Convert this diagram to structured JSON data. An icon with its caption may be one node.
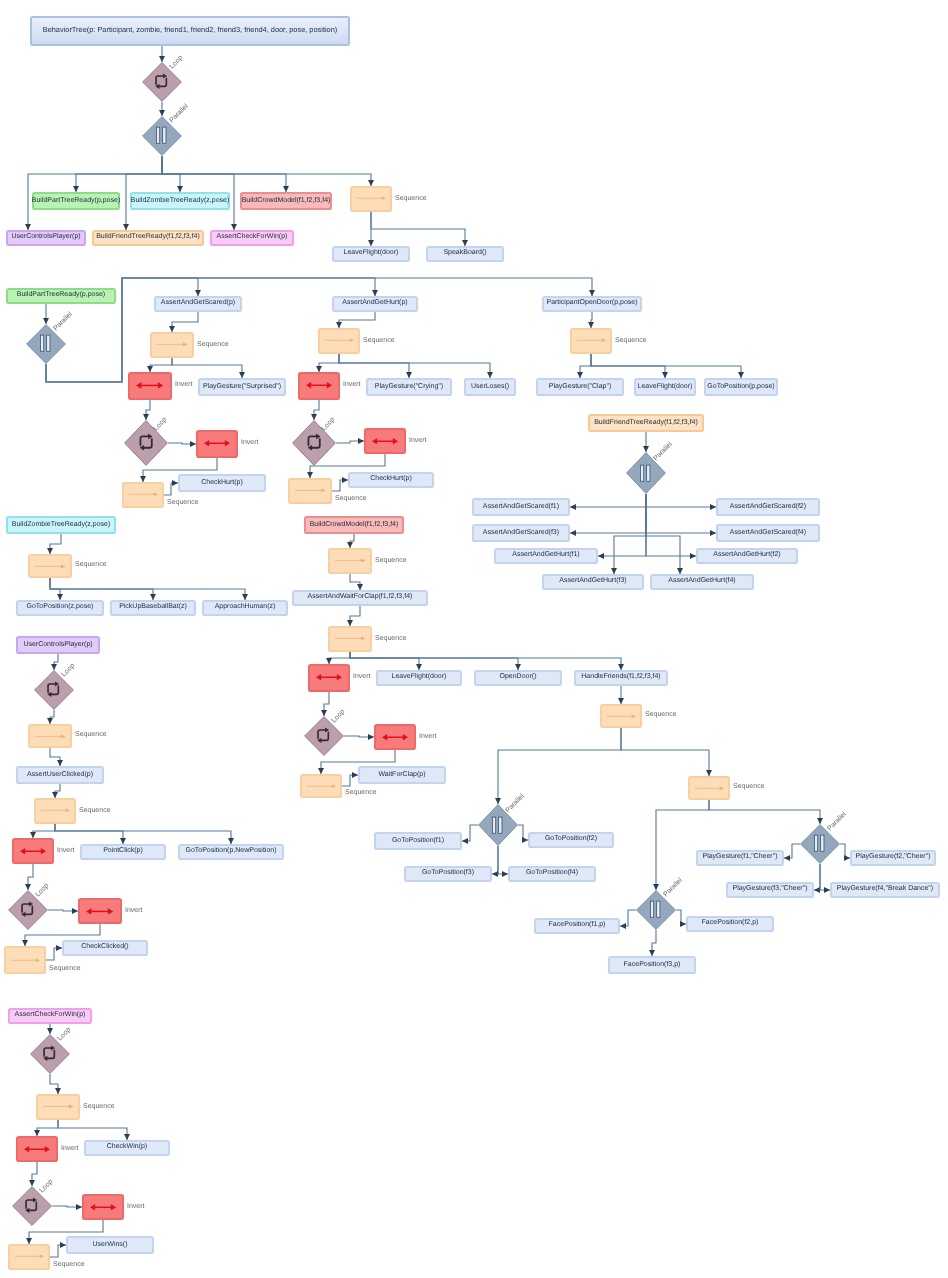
{
  "diagram": {
    "nodes": [
      {
        "text": [
          "BehaviorTree(p: Participant, zombie, friend1, friend2, friend3, friend4, door, pose, position)"
        ]
      },
      {
        "text": [],
        "shape": "diamond",
        "beside": [
          "Loop"
        ]
      },
      {
        "text": [],
        "shape": "diamond",
        "beside": [
          "Parallel"
        ]
      },
      {
        "text": [
          "BuildPartTreeReady(p,pose)"
        ]
      },
      {
        "text": [
          "BuildZombieTreeReady(z,pose)"
        ]
      },
      {
        "text": [
          "BuildCrowdModel(f1,f2,f3,f4)"
        ]
      },
      {
        "text": [],
        "shape": "box",
        "beside": [
          "Sequence"
        ]
      },
      {
        "text": [
          "UserControlsPlayer(p)"
        ]
      },
      {
        "text": [
          "BuildFriendTreeReady(f1,f2,f3,f4)"
        ]
      },
      {
        "text": [
          "AssertCheckForWin(p)"
        ]
      },
      {
        "text": [
          "LeaveFlight(door)"
        ]
      },
      {
        "text": [
          "SpeakBoard()"
        ]
      },
      {
        "text": [
          "BuildPartTreeReady(p,pose)"
        ]
      },
      {
        "text": [],
        "shape": "diamond",
        "beside": [
          "Parallel"
        ]
      },
      {
        "text": [
          "AssertAndGetScared(p)"
        ]
      },
      {
        "text": [
          "AssertAndGetHurt(p)"
        ]
      },
      {
        "text": [
          "ParticipantOpenDoor(p,pose)"
        ]
      },
      {
        "text": [],
        "shape": "box",
        "beside": [
          "Sequence"
        ]
      },
      {
        "text": [],
        "shape": "box",
        "beside": [
          "Sequence"
        ]
      },
      {
        "text": [],
        "shape": "box",
        "beside": [
          "Sequence"
        ]
      },
      {
        "text": [],
        "shape": "box",
        "beside": [
          "Invert"
        ]
      },
      {
        "text": [
          "PlayGesture(\"Surprised\")"
        ]
      },
      {
        "text": [],
        "shape": "box",
        "beside": [
          "Invert"
        ]
      },
      {
        "text": [
          "PlayGesture(\"Crying\")"
        ]
      },
      {
        "text": [
          "UserLoses()"
        ]
      },
      {
        "text": [
          "PlayGesture(\"Clap\")"
        ]
      },
      {
        "text": [
          "LeaveFlight(door)"
        ]
      },
      {
        "text": [
          "GoToPosition(p,pose)"
        ]
      },
      {
        "text": [],
        "shape": "diamond",
        "beside": [
          "Loop"
        ]
      },
      {
        "text": [],
        "shape": "box",
        "beside": [
          "Invert"
        ]
      },
      {
        "text": [],
        "shape": "box",
        "beside": [
          "Sequence"
        ]
      },
      {
        "text": [
          "CheckHurt(p)"
        ]
      },
      {
        "text": [],
        "shape": "diamond",
        "beside": [
          "Loop"
        ]
      },
      {
        "text": [],
        "shape": "box",
        "beside": [
          "Invert"
        ]
      },
      {
        "text": [],
        "shape": "box",
        "beside": [
          "Sequence"
        ]
      },
      {
        "text": [
          "CheckHurt(p)"
        ]
      },
      {
        "text": [
          "BuildFriendTreeReady(f1,f2,f3,f4)"
        ]
      },
      {
        "text": [],
        "shape": "diamond",
        "beside": [
          "Parallel"
        ]
      },
      {
        "text": [
          "AssertAndGetScared(f1)"
        ]
      },
      {
        "text": [
          "AssertAndGetScared(f2)"
        ]
      },
      {
        "text": [
          "AssertAndGetScared(f3)"
        ]
      },
      {
        "text": [
          "AssertAndGetScared(f4)"
        ]
      },
      {
        "text": [
          "AssertAndGetHurt(f1)"
        ]
      },
      {
        "text": [
          "AssertAndGetHurt(f2)"
        ]
      },
      {
        "text": [
          "AssertAndGetHurt(f3)"
        ]
      },
      {
        "text": [
          "AssertAndGetHurt(f4)"
        ]
      },
      {
        "text": [
          "BuildZombieTreeReady(z,pose)"
        ]
      },
      {
        "text": [],
        "shape": "box",
        "beside": [
          "Sequence"
        ]
      },
      {
        "text": [
          "GoToPosition(z,pose)"
        ]
      },
      {
        "text": [
          "PickUpBaseballBat(z)"
        ]
      },
      {
        "text": [
          "ApproachHuman(z)"
        ]
      },
      {
        "text": [
          "BuildCrowdModel(f1,f2,f3,f4)"
        ]
      },
      {
        "text": [],
        "shape": "box",
        "beside": [
          "Sequence"
        ]
      },
      {
        "text": [
          "AssertAndWaitForClap(f1,f2,f3,f4)"
        ]
      },
      {
        "text": [],
        "shape": "box",
        "beside": [
          "Sequence"
        ]
      },
      {
        "text": [],
        "shape": "box",
        "beside": [
          "Invert"
        ]
      },
      {
        "text": [
          "LeaveFlight(door)"
        ]
      },
      {
        "text": [
          "OpenDoor()"
        ]
      },
      {
        "text": [
          "HandleFriends(f1,f2,f3,f4)"
        ]
      },
      {
        "text": [],
        "shape": "diamond",
        "beside": [
          "Loop"
        ]
      },
      {
        "text": [],
        "shape": "box",
        "beside": [
          "Invert"
        ]
      },
      {
        "text": [],
        "shape": "box",
        "beside": [
          "Sequence"
        ]
      },
      {
        "text": [
          "WaitForClap(p)"
        ]
      },
      {
        "text": [],
        "shape": "box",
        "beside": [
          "Sequence"
        ]
      },
      {
        "text": [],
        "shape": "diamond",
        "beside": [
          "Parallel"
        ]
      },
      {
        "text": [],
        "shape": "box",
        "beside": [
          "Sequence"
        ]
      },
      {
        "text": [
          "GoToPosition(f1)"
        ]
      },
      {
        "text": [
          "GoToPosition(f2)"
        ]
      },
      {
        "text": [
          "GoToPosition(f3)"
        ]
      },
      {
        "text": [
          "GoToPosition(f4)"
        ]
      },
      {
        "text": [],
        "shape": "diamond",
        "beside": [
          "Parallel"
        ]
      },
      {
        "text": [
          "PlayGesture(f1,\"Cheer\")"
        ]
      },
      {
        "text": [
          "PlayGesture(f2,\"Cheer\")"
        ]
      },
      {
        "text": [
          "PlayGesture(f3,\"Cheer\")"
        ]
      },
      {
        "text": [
          "PlayGesture(f4,\"Break Dance\")"
        ]
      },
      {
        "text": [],
        "shape": "diamond",
        "beside": [
          "Parallel"
        ]
      },
      {
        "text": [
          "FacePosition(f1,p)"
        ]
      },
      {
        "text": [
          "FacePosition(f2,p)"
        ]
      },
      {
        "text": [
          "FacePosition(f3,p)"
        ]
      },
      {
        "text": [
          "UserControlsPlayer(p)"
        ]
      },
      {
        "text": [],
        "shape": "diamond",
        "beside": [
          "Loop"
        ]
      },
      {
        "text": [],
        "shape": "box",
        "beside": [
          "Sequence"
        ]
      },
      {
        "text": [
          "AssertUserClicked(p)"
        ]
      },
      {
        "text": [],
        "shape": "box",
        "beside": [
          "Sequence"
        ]
      },
      {
        "text": [],
        "shape": "box",
        "beside": [
          "Invert"
        ]
      },
      {
        "text": [
          "PointClick(p)"
        ]
      },
      {
        "text": [
          "GoToPosition(p,NewPosition)"
        ]
      },
      {
        "text": [],
        "shape": "diamond",
        "beside": [
          "Loop"
        ]
      },
      {
        "text": [],
        "shape": "box",
        "beside": [
          "Invert"
        ]
      },
      {
        "text": [],
        "shape": "box",
        "beside": [
          "Sequence"
        ]
      },
      {
        "text": [
          "CheckClicked()"
        ]
      },
      {
        "text": [
          "AssertCheckForWin(p)"
        ]
      },
      {
        "text": [],
        "shape": "diamond",
        "beside": [
          "Loop"
        ]
      },
      {
        "text": [],
        "shape": "box",
        "beside": [
          "Sequence"
        ]
      },
      {
        "text": [],
        "shape": "box",
        "beside": [
          "Invert"
        ]
      },
      {
        "text": [
          "CheckWin(p)"
        ]
      },
      {
        "text": [],
        "shape": "diamond",
        "beside": [
          "Loop"
        ]
      },
      {
        "text": [],
        "shape": "box",
        "beside": [
          "Invert"
        ]
      },
      {
        "text": [],
        "shape": "box",
        "beside": [
          "Sequence"
        ]
      },
      {
        "text": [
          "UserWins()"
        ]
      }
    ],
    "edges": [
      {
        "from": 0,
        "to": 1,
        "arrow": "to"
      },
      {
        "from": 1,
        "to": 2,
        "arrow": "to"
      },
      {
        "from": 2,
        "to": 3,
        "arrow": "to"
      },
      {
        "from": 2,
        "to": 4,
        "arrow": "to"
      },
      {
        "from": 2,
        "to": 5,
        "arrow": "to"
      },
      {
        "from": 2,
        "to": 6,
        "arrow": "to"
      },
      {
        "from": 2,
        "to": 7,
        "arrow": "to"
      },
      {
        "from": 2,
        "to": 8,
        "arrow": "to"
      },
      {
        "from": 2,
        "to": 9,
        "arrow": "to"
      },
      {
        "from": 6,
        "to": 10,
        "arrow": "to"
      },
      {
        "from": 6,
        "to": 11,
        "arrow": "to"
      },
      {
        "from": 12,
        "to": 13,
        "arrow": "to"
      },
      {
        "from": 13,
        "to": 14,
        "arrow": "to"
      },
      {
        "from": 13,
        "to": 15,
        "arrow": "to"
      },
      {
        "from": 13,
        "to": 16,
        "arrow": "to"
      },
      {
        "from": 14,
        "to": 17,
        "arrow": "to"
      },
      {
        "from": 15,
        "to": 18,
        "arrow": "to"
      },
      {
        "from": 16,
        "to": 19,
        "arrow": "to"
      },
      {
        "from": 17,
        "to": 20,
        "arrow": "to"
      },
      {
        "from": 17,
        "to": 21,
        "arrow": "to"
      },
      {
        "from": 18,
        "to": 22,
        "arrow": "to"
      },
      {
        "from": 18,
        "to": 23,
        "arrow": "to"
      },
      {
        "from": 18,
        "to": 24,
        "arrow": "to"
      },
      {
        "from": 19,
        "to": 25,
        "arrow": "to"
      },
      {
        "from": 19,
        "to": 26,
        "arrow": "to"
      },
      {
        "from": 19,
        "to": 27,
        "arrow": "to"
      },
      {
        "from": 20,
        "to": 28,
        "arrow": "to"
      },
      {
        "from": 28,
        "to": 29,
        "arrow": "to"
      },
      {
        "from": 29,
        "to": 30,
        "arrow": "to"
      },
      {
        "from": 30,
        "to": 31,
        "arrow": "to"
      },
      {
        "from": 22,
        "to": 32,
        "arrow": "to"
      },
      {
        "from": 32,
        "to": 33,
        "arrow": "to"
      },
      {
        "from": 33,
        "to": 34,
        "arrow": "to"
      },
      {
        "from": 34,
        "to": 35,
        "arrow": "to"
      },
      {
        "from": 36,
        "to": 37,
        "arrow": "to"
      },
      {
        "from": 37,
        "to": 38,
        "arrow": "to"
      },
      {
        "from": 37,
        "to": 39,
        "arrow": "to"
      },
      {
        "from": 37,
        "to": 40,
        "arrow": "to"
      },
      {
        "from": 37,
        "to": 41,
        "arrow": "to"
      },
      {
        "from": 37,
        "to": 42,
        "arrow": "to"
      },
      {
        "from": 37,
        "to": 43,
        "arrow": "to"
      },
      {
        "from": 37,
        "to": 44,
        "arrow": "to"
      },
      {
        "from": 37,
        "to": 45,
        "arrow": "to"
      },
      {
        "from": 46,
        "to": 47,
        "arrow": "to"
      },
      {
        "from": 47,
        "to": 48,
        "arrow": "to"
      },
      {
        "from": 47,
        "to": 49,
        "arrow": "to"
      },
      {
        "from": 47,
        "to": 50,
        "arrow": "to"
      },
      {
        "from": 51,
        "to": 52,
        "arrow": "to"
      },
      {
        "from": 52,
        "to": 53,
        "arrow": "to"
      },
      {
        "from": 53,
        "to": 54,
        "arrow": "to"
      },
      {
        "from": 54,
        "to": 55,
        "arrow": "to"
      },
      {
        "from": 54,
        "to": 56,
        "arrow": "to"
      },
      {
        "from": 54,
        "to": 57,
        "arrow": "to"
      },
      {
        "from": 54,
        "to": 58,
        "arrow": "to"
      },
      {
        "from": 55,
        "to": 59,
        "arrow": "to"
      },
      {
        "from": 59,
        "to": 60,
        "arrow": "to"
      },
      {
        "from": 60,
        "to": 61,
        "arrow": "to"
      },
      {
        "from": 61,
        "to": 62,
        "arrow": "to"
      },
      {
        "from": 58,
        "to": 63,
        "arrow": "to"
      },
      {
        "from": 63,
        "to": 64,
        "arrow": "to"
      },
      {
        "from": 63,
        "to": 65,
        "arrow": "to"
      },
      {
        "from": 64,
        "to": 66,
        "arrow": "to"
      },
      {
        "from": 64,
        "to": 67,
        "arrow": "to"
      },
      {
        "from": 64,
        "to": 68,
        "arrow": "to"
      },
      {
        "from": 64,
        "to": 69,
        "arrow": "to"
      },
      {
        "from": 65,
        "to": 70,
        "arrow": "to"
      },
      {
        "from": 65,
        "to": 75,
        "arrow": "to"
      },
      {
        "from": 70,
        "to": 71,
        "arrow": "to"
      },
      {
        "from": 70,
        "to": 72,
        "arrow": "to"
      },
      {
        "from": 70,
        "to": 73,
        "arrow": "to"
      },
      {
        "from": 70,
        "to": 74,
        "arrow": "to"
      },
      {
        "from": 75,
        "to": 76,
        "arrow": "to"
      },
      {
        "from": 75,
        "to": 77,
        "arrow": "to"
      },
      {
        "from": 75,
        "to": 78,
        "arrow": "to"
      },
      {
        "from": 79,
        "to": 80,
        "arrow": "to"
      },
      {
        "from": 80,
        "to": 81,
        "arrow": "to"
      },
      {
        "from": 81,
        "to": 82,
        "arrow": "to"
      },
      {
        "from": 82,
        "to": 83,
        "arrow": "to"
      },
      {
        "from": 83,
        "to": 84,
        "arrow": "to"
      },
      {
        "from": 83,
        "to": 85,
        "arrow": "to"
      },
      {
        "from": 83,
        "to": 86,
        "arrow": "to"
      },
      {
        "from": 84,
        "to": 87,
        "arrow": "to"
      },
      {
        "from": 87,
        "to": 88,
        "arrow": "to"
      },
      {
        "from": 88,
        "to": 89,
        "arrow": "to"
      },
      {
        "from": 89,
        "to": 90,
        "arrow": "to"
      },
      {
        "from": 91,
        "to": 92,
        "arrow": "to"
      },
      {
        "from": 92,
        "to": 93,
        "arrow": "to"
      },
      {
        "from": 93,
        "to": 94,
        "arrow": "to"
      },
      {
        "from": 93,
        "to": 95,
        "arrow": "to"
      },
      {
        "from": 94,
        "to": 96,
        "arrow": "to"
      },
      {
        "from": 96,
        "to": 97,
        "arrow": "to"
      },
      {
        "from": 97,
        "to": 98,
        "arrow": "to"
      },
      {
        "from": 98,
        "to": 99,
        "arrow": "to"
      }
    ]
  }
}
